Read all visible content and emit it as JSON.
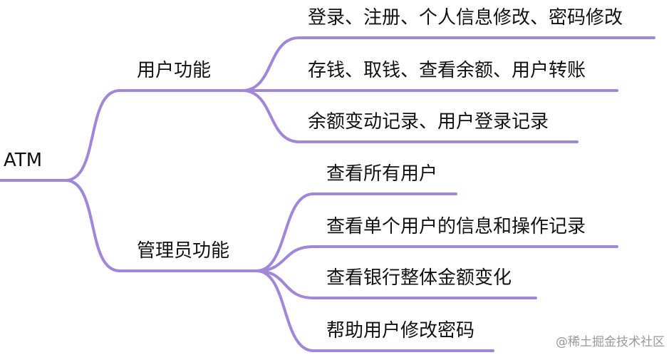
{
  "root": {
    "label": "ATM"
  },
  "branches": [
    {
      "label": "用户功能",
      "children": [
        "登录、注册、个人信息修改、密码修改",
        "存钱、取钱、查看余额、用户转账",
        "余额变动记录、用户登录记录"
      ]
    },
    {
      "label": "管理员功能",
      "children": [
        "查看所有用户",
        "查看单个用户的信息和操作记录",
        "查看银行整体金额变化",
        "帮助用户修改密码"
      ]
    }
  ],
  "watermark": "@稀土掘金技术社区",
  "colors": {
    "edge": "#a087d8",
    "text": "#111111",
    "watermark": "#9a9a9a"
  }
}
